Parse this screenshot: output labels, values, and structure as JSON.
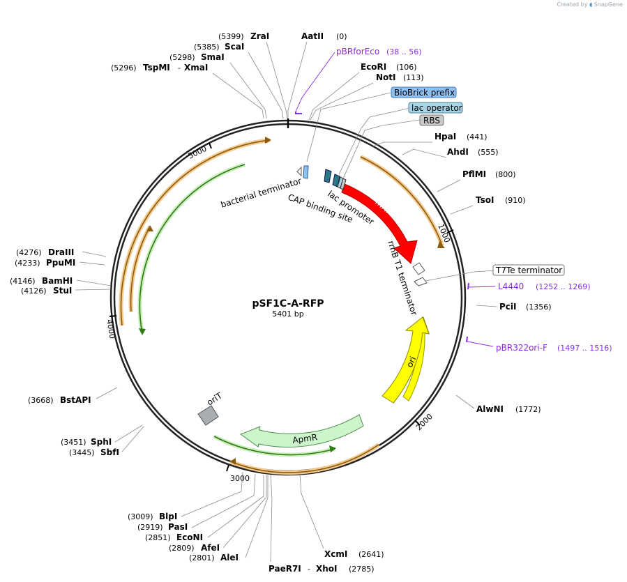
{
  "credit": {
    "prefix": "Created by",
    "brand": "SnapGene"
  },
  "plasmid": {
    "name": "pSF1C-A-RFP",
    "size_label": "5401 bp",
    "length": 5401
  },
  "ticks": [
    "1000",
    "2000",
    "3000",
    "4000",
    "5000"
  ],
  "enzymes": [
    {
      "name": "ZraI",
      "pos": "(5399)"
    },
    {
      "name": "AatII",
      "pos": "(0)"
    },
    {
      "name": "ScaI",
      "pos": "(5385)"
    },
    {
      "name": "SmaI",
      "pos": "(5298)"
    },
    {
      "name": "TspMI",
      "name2": "XmaI",
      "pos": "(5296)"
    },
    {
      "name": "EcoRI",
      "pos": "(106)"
    },
    {
      "name": "NotI",
      "pos": "(113)"
    },
    {
      "name": "HpaI",
      "pos": "(441)"
    },
    {
      "name": "AhdI",
      "pos": "(555)"
    },
    {
      "name": "PflMI",
      "pos": "(800)"
    },
    {
      "name": "TsoI",
      "pos": "(910)"
    },
    {
      "name": "PciI",
      "pos": "(1356)"
    },
    {
      "name": "AlwNI",
      "pos": "(1772)"
    },
    {
      "name": "XcmI",
      "pos": "(2641)"
    },
    {
      "name": "PaeR7I",
      "name2": "XhoI",
      "pos": "(2785)"
    },
    {
      "name": "AleI",
      "pos": "(2801)"
    },
    {
      "name": "AfeI",
      "pos": "(2809)"
    },
    {
      "name": "EcoNI",
      "pos": "(2851)"
    },
    {
      "name": "PasI",
      "pos": "(2919)"
    },
    {
      "name": "BlpI",
      "pos": "(3009)"
    },
    {
      "name": "SbfI",
      "pos": "(3445)"
    },
    {
      "name": "SphI",
      "pos": "(3451)"
    },
    {
      "name": "BstAPI",
      "pos": "(3668)"
    },
    {
      "name": "StuI",
      "pos": "(4126)"
    },
    {
      "name": "BamHI",
      "pos": "(4146)"
    },
    {
      "name": "PpuMI",
      "pos": "(4233)"
    },
    {
      "name": "DraIII",
      "pos": "(4276)"
    }
  ],
  "primers": [
    {
      "name": "pBRforEco",
      "range": "(38 .. 56)"
    },
    {
      "name": "L4440",
      "range": "(1252 .. 1269)"
    },
    {
      "name": "pBR322ori-F",
      "range": "(1497 .. 1516)"
    }
  ],
  "boxed_features": [
    {
      "name": "BioBrick prefix",
      "color": "#8fc0f2"
    },
    {
      "name": "lac operator",
      "color": "#a9d4e6"
    },
    {
      "name": "RBS",
      "color": "#c8c8c8"
    },
    {
      "name": "T7Te terminator",
      "color": "#ffffff"
    }
  ],
  "features": {
    "mrfp1": "mRFP1",
    "ori": "ori",
    "ampr": "ApmR",
    "orit": "oriT",
    "bacterial_terminator": "bacterial terminator",
    "cap_binding_site": "CAP binding site",
    "lac_promoter": "lac promoter",
    "rrnb_t1_terminator": "rrnB T1 terminator"
  },
  "colors": {
    "mrfp1": "#ff0000",
    "ori": "#ffff00",
    "ampr": "#ccf5cc",
    "orf_orange": "#e8a33a",
    "orf_green": "#4caf2a",
    "primer": "#8a2be2"
  }
}
